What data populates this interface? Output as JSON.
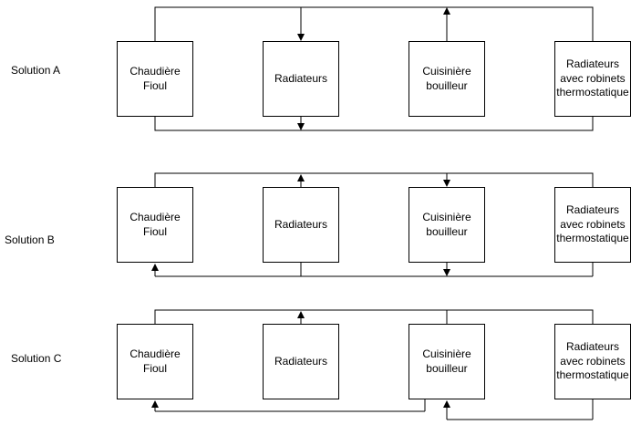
{
  "diagram": {
    "colors": {
      "line": "#000000",
      "background": "#ffffff",
      "text": "#000000"
    },
    "solutions": [
      {
        "label": "Solution A",
        "boxes": [
          {
            "label": "Chaudière\nFioul"
          },
          {
            "label": "Radiateurs"
          },
          {
            "label": "Cuisinière\nbouilleur"
          },
          {
            "label": "Radiateurs\navec robinets\nthermostatique"
          }
        ]
      },
      {
        "label": "Solution B",
        "boxes": [
          {
            "label": "Chaudière\nFioul"
          },
          {
            "label": "Radiateurs"
          },
          {
            "label": "Cuisinière\nbouilleur"
          },
          {
            "label": "Radiateurs\navec robinets\nthermostatique"
          }
        ]
      },
      {
        "label": "Solution C",
        "boxes": [
          {
            "label": "Chaudière\nFioul"
          },
          {
            "label": "Radiateurs"
          },
          {
            "label": "Cuisinière\nbouilleur"
          },
          {
            "label": "Radiateurs\navec robinets\nthermostatique"
          }
        ]
      }
    ]
  }
}
